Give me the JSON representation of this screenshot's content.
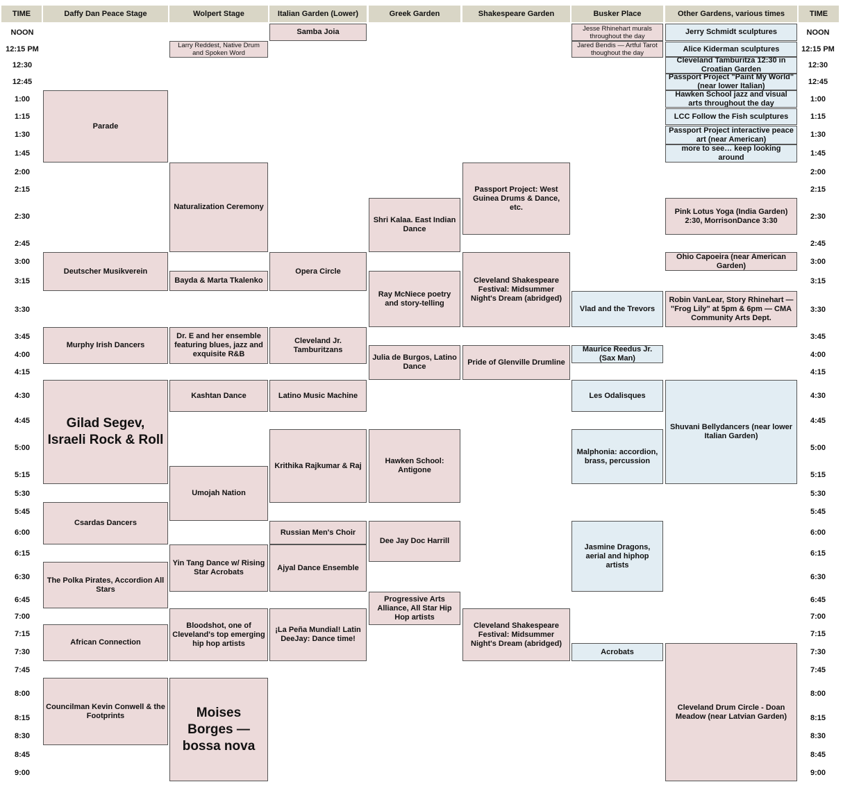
{
  "headers": {
    "time_left": "TIME",
    "daffy": "Daffy Dan Peace Stage",
    "wolpert": "Wolpert Stage",
    "italian": "Italian Garden (Lower)",
    "greek": "Greek Garden",
    "shakespeare": "Shakespeare Garden",
    "busker": "Busker Place",
    "other": "Other Gardens, various times",
    "time_right": "TIME"
  },
  "times": [
    "NOON",
    "12:15 PM",
    "12:30",
    "12:45",
    "1:00",
    "1:15",
    "1:30",
    "1:45",
    "2:00",
    "2:15",
    "2:30",
    "2:45",
    "3:00",
    "3:15",
    "3:30",
    "3:45",
    "4:00",
    "4:15",
    "4:30",
    "4:45",
    "5:00",
    "5:15",
    "5:30",
    "5:45",
    "6:00",
    "6:15",
    "6:30",
    "6:45",
    "7:00",
    "7:15",
    "7:30",
    "7:45",
    "8:00",
    "8:15",
    "8:30",
    "8:45",
    "9:00"
  ],
  "events": {
    "daffy": {
      "parade": "Parade",
      "deutscher": "Deutscher Musikverein",
      "murphy": "Murphy Irish Dancers",
      "gilad": "Gilad Segev, Israeli Rock & Roll",
      "csardas": "Csardas Dancers",
      "polka": "The Polka Pirates, Accordion All Stars",
      "african": "African Connection",
      "conwell": "Councilman Kevin Conwell & the Footprints"
    },
    "wolpert": {
      "larry": "Larry Reddest, Native Drum and Spoken Word",
      "naturalization": "Naturalization Ceremony",
      "bayda": "Bayda & Marta Tkalenko",
      "dre": "Dr. E and her ensemble featuring blues, jazz and exquisite R&B",
      "kashtan": "Kashtan Dance",
      "umojah": "Umojah Nation",
      "yintang": "Yin Tang Dance w/ Rising Star Acrobats",
      "bloodshot": "Bloodshot, one of Cleveland's top emerging hip hop artists",
      "moises": "Moises Borges — bossa nova"
    },
    "italian": {
      "samba": "Samba Joia",
      "opera": "Opera Circle",
      "tamburitzans": "Cleveland Jr. Tamburitzans",
      "latino": "Latino Music Machine",
      "krithika": "Krithika Rajkumar & Raj",
      "russian": "Russian Men's Choir",
      "ajyal": "Ajyal Dance Ensemble",
      "lapena": "¡La Peña Mundial! Latin DeeJay: Dance time!"
    },
    "greek": {
      "shrikalaa": "Shri Kalaa. East Indian Dance",
      "mcniece": "Ray McNiece poetry and story-telling",
      "julia": "Julia de Burgos, Latino Dance",
      "hawken": "Hawken School: Antigone",
      "deejay": "Dee Jay Doc Harrill",
      "progressive": "Progressive Arts Alliance, All Star Hip Hop artists"
    },
    "shakespeare": {
      "passport": "Passport Project: West Guinea Drums & Dance, etc.",
      "midsummer1": "Cleveland Shakespeare Festival: Midsummer Night's Dream (abridged)",
      "glenville": "Pride of Glenville Drumline",
      "midsummer2": "Cleveland Shakespeare Festival: Midsummer Night's Dream (abridged)"
    },
    "busker": {
      "jesse": "Jesse Rhinehart murals throughout the day",
      "jared": "Jared Bendis — Artful Tarot thoughout the day",
      "vlad": "Vlad and the Trevors",
      "maurice": "Maurice Reedus Jr. (Sax Man)",
      "odalisques": "Les Odalisques",
      "malphonia": "Malphonia: accordion, brass, percussion",
      "jasmine": "Jasmine Dragons, aerial and hiphop artists",
      "acrobats": "Acrobats"
    },
    "other": {
      "jerry": "Jerry Schmidt sculptures",
      "alice": "Alice Kiderman sculptures",
      "tamburitza": "Cleveland Tamburitza 12:30 in Croatian Garden",
      "paintworld": "Passport Project \"Paint My World\" (near lower Italian)",
      "hawkenjazz": "Hawken School jazz and visual arts throughout the day",
      "lcc": "LCC Follow the Fish sculptures",
      "peaceart": "Passport Project interactive peace art (near American)",
      "moresee": "more to see… keep looking around",
      "lotus": "Pink Lotus Yoga (India Garden) 2:30, MorrisonDance 3:30",
      "capoeira": "Ohio Capoeira (near American Garden)",
      "robin": "Robin VanLear, Story Rhinehart — \"Frog Lily\" at 5pm & 6pm — CMA Community Arts Dept.",
      "shuvani": "Shuvani Bellydancers (near lower Italian Garden)",
      "drumcircle": "Cleveland Drum Circle - Doan Meadow (near Latvian Garden)"
    }
  },
  "colors": {
    "header": "#d9d6c6",
    "stage_event": "#ecdada",
    "roaming_event": "#e2edf3",
    "border": "#555555"
  }
}
